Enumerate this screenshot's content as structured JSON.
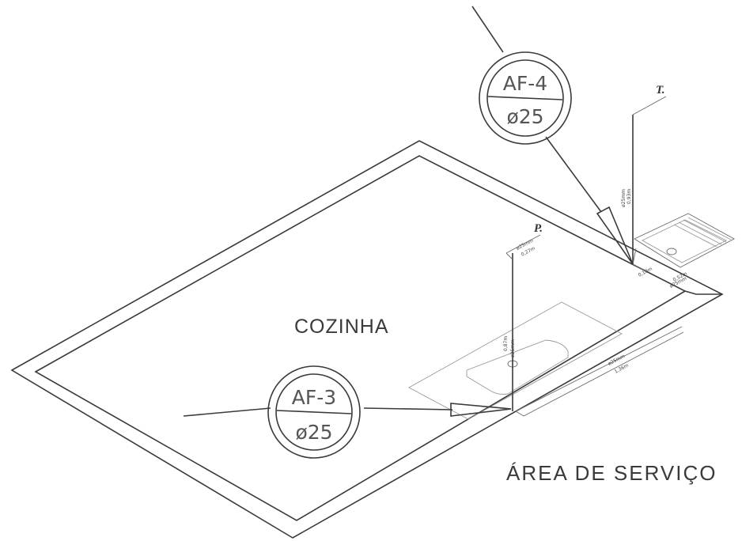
{
  "rooms": {
    "kitchen": "COZINHA",
    "service_area": "ÁREA DE SERVIÇO"
  },
  "tags": {
    "af4": {
      "code": "AF-4",
      "diameter": "ø25"
    },
    "af3": {
      "code": "AF-3",
      "diameter": "ø25"
    }
  },
  "points": {
    "t": "T.",
    "p": "P."
  },
  "dimensions": {
    "riser_t_diameter": "ø25mm",
    "riser_t_height": "0,93m",
    "p_diameter": "ø25mm",
    "p_length": "0,27m",
    "sink_riser_diameter": "ø25mm",
    "sink_riser_height": "0,87m",
    "tank_short_length": "0,10m",
    "tank_diameter": "ø25mm",
    "tank_length": "0,52m",
    "bottom_run_diameter": "ø25mm",
    "bottom_run_length": "1,36m"
  },
  "colors": {
    "line": "#3a3a3a",
    "faint": "#9a9a9a",
    "background": "#ffffff"
  }
}
